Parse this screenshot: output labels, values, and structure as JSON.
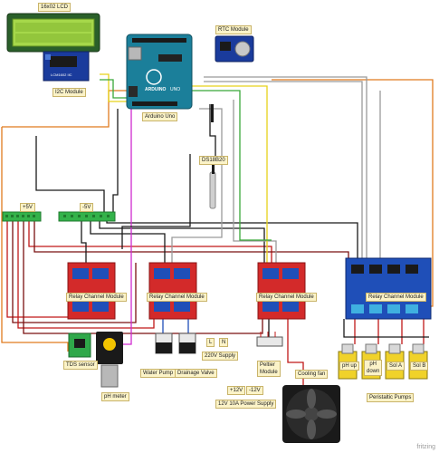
{
  "labels": {
    "lcd": "16x02 LCD",
    "i2c": "I2C Module",
    "arduino": "Arduino Uno",
    "rtc": "RTC Module",
    "ds18b20": "DS18B20",
    "plus5v": "+5V",
    "minus5v": "-5V",
    "relay1": "Relay Channel Module",
    "relay2": "Relay Channel Module",
    "relay3": "Relay Channel Module",
    "relay4": "Relay Channel Module",
    "tds": "TDS sensor",
    "phmeter": "pH meter",
    "waterpump": "Water Pump",
    "drainage": "Drainage Valve",
    "supply220": "220V Supply",
    "live": "L",
    "neutral": "N",
    "peltier": "Peltier\nModule",
    "coolingfan": "Cooling fan",
    "plus12v": "+12V",
    "minus12v": "-12V",
    "supply12v": "12V 10A Power Supply",
    "phup": "pH up",
    "phdown": "pH\ndown",
    "sola": "Sol A",
    "solb": "Sol B",
    "peristaltic": "Peristaltic Pumps",
    "fritzing": "fritzing"
  },
  "board_text": {
    "arduino_brand": "ARDUINO",
    "uno": "UNO",
    "i2c_chip": "LCM1602 IIC"
  },
  "colors": {
    "relay_red": "#d32a2a",
    "relay_blue": "#1f4fb8",
    "arduino": "#1b7f9a",
    "lcd_green": "#a6d84a",
    "wire_orange": "#e07b1f",
    "wire_red": "#c01818",
    "wire_darkred": "#7a1010",
    "wire_yellow": "#e6d21a",
    "wire_green": "#38a838",
    "wire_magenta": "#d02bd0",
    "wire_gray": "#9a9a9a",
    "wire_black": "#1a1a1a",
    "breadboard_green": "#33b24a"
  }
}
